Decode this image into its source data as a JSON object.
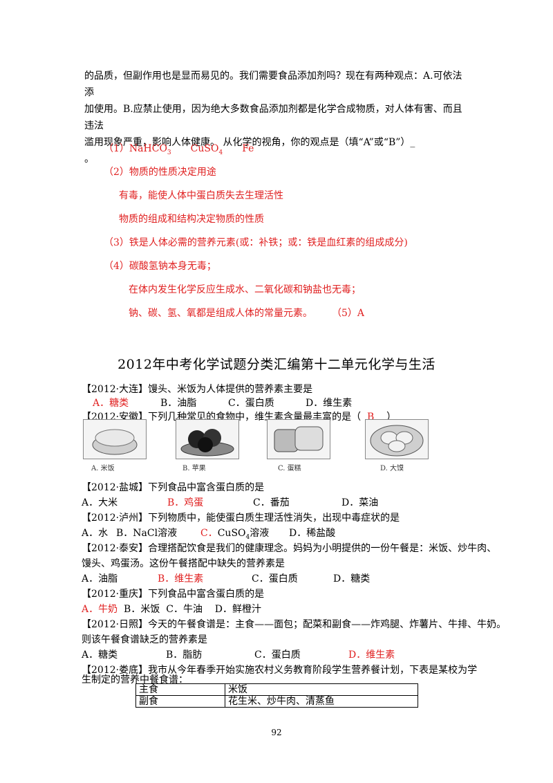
{
  "intro": {
    "line1": "的品质，但副作用也是显而易见的。我们需要食品添加剂吗？现在有两种观点：A.可依法添",
    "line2": "加使用。B.应禁止使用，因为绝大多数食品添加剂都是化学合成物质，对人体有害、而且违法",
    "line3": "滥用现象严重，影响人体健康。 从化学的视角，你的观点是（填“A”或“B”）_",
    "line4": "。"
  },
  "answers": {
    "a1_label": "（1）",
    "a1_items": [
      "NaHCO",
      "3",
      "CuSO",
      "4",
      "Fe"
    ],
    "a2": "（2）物质的性质决定用途",
    "a2b": "有毒，能使人体中蛋白质失去生理活性",
    "a2c": "物质的组成和结构决定物质的性质",
    "a3": "（3）铁是人体必需的营养元素(或：补铁；或：铁是血红素的组成成分)",
    "a4": "（4）碳酸氢钠本身无毒；",
    "a4b": "在体内发生化学反应生成水、二氧化碳和钠盐也无毒；",
    "a4c": "钠、碳、氢、氧都是组成人体的常量元素。",
    "a5": "（5）A"
  },
  "title": "2012年中考化学试题分类汇编第十二单元化学与生活",
  "questions": {
    "q1": {
      "stem": "【2012·大连】馒头、米饭为人体提供的营养素主要是",
      "a": "A．糖类",
      "b": "B．油脂",
      "c": "C．蛋白质",
      "d": "D．维生素"
    },
    "q2": {
      "stem": "【2012·安徽】下列几种常见的食物中，维生素含量最丰富的是（",
      "ans": "B",
      "close": "）"
    },
    "q2_images": [
      "A. 米饭",
      "B. 苹果",
      "C. 蛋糕",
      "D. 大馍"
    ],
    "q3": {
      "stem": "【2012·盐城】下列食品中富含蛋白质的是",
      "a": "A．大米",
      "b": "B．鸡蛋",
      "c": "C．番茄",
      "d": "D．菜油"
    },
    "q4": {
      "stem": "【2012·泸州】下列物质中，能使蛋白质生理活性消失，出现中毒症状的是",
      "a": "A．水",
      "b": "B．NaCl溶液",
      "c_letter": "C．",
      "c_formula": "CuSO",
      "c_sub": "4",
      "c_tail": "溶液",
      "d": "D．稀盐酸"
    },
    "q5": {
      "stem": "【2012·泰安】合理搭配饮食是我们的健康理念。妈妈为小明提供的一份午餐是：米饭、炒牛肉、",
      "stem2": "馒头、鸡蛋汤。这份午餐搭配中缺失的营养素是",
      "a": "A．油脂",
      "b": "B．维生素",
      "c": "C．蛋白质",
      "d": "D．糖类"
    },
    "q6": {
      "stem": "【2012·重庆】下列食品中富含蛋白质的是",
      "a": "A．牛奶",
      "b": "B．米饭",
      "c": "C．牛油",
      "d": "D．鲜橙汁"
    },
    "q7": {
      "stem": "【2012·日照】今天的午餐食谱是：主食——面包；配菜和副食——炸鸡腿、炸薯片、牛排、牛奶。",
      "stem2": "则该午餐食谱缺乏的营养素是",
      "a": "A．糖类",
      "b": "B．脂肪",
      "c": "C．蛋白质",
      "d": "D．维生素"
    },
    "q8": {
      "stem": "【2012·娄底】我市从今年春季开始实施农村义务教育阶段学生营养餐计划，下表是某校为学",
      "stem2": "生制定的营养中餐食谱："
    }
  },
  "menu_table": {
    "rows": [
      [
        "主食",
        "米饭"
      ],
      [
        "副食",
        "花生米、炒牛肉、清蒸鱼"
      ]
    ]
  },
  "page_number": "92",
  "colors": {
    "answer": "#e02020",
    "text": "#000000"
  }
}
